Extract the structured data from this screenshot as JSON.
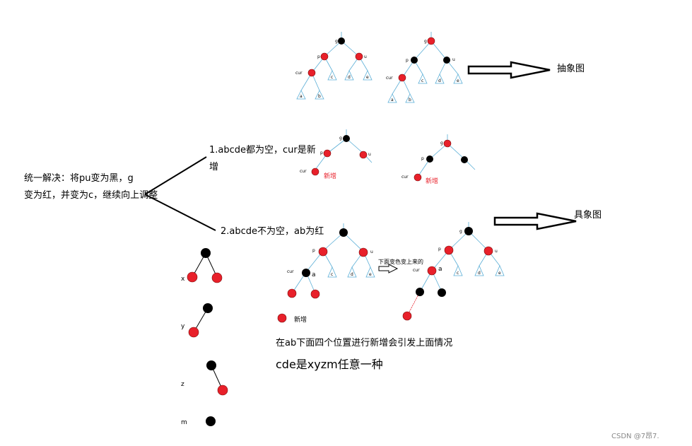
{
  "labels": {
    "abstract": "抽象图",
    "concrete": "具象图",
    "unified": [
      "统一解决：将pu变为黑，g",
      "变为红，并变为c，继续向上调整"
    ],
    "case1": [
      "1.abcde都为空，cur是新",
      "增"
    ],
    "case2": "2.abcde不为空，ab为红",
    "bottom_note": "在ab下面四个位置进行新增会引发上面情况",
    "cde_note": "cde是xyzm任意一种",
    "recolor_note": "下面变色变上来的",
    "new_node": "新增",
    "watermark": "CSDN @7昂7.",
    "node_g": "g",
    "node_p": "p",
    "node_u": "u",
    "node_cur": "cur",
    "node_a": "a",
    "node_b": "b",
    "node_c": "c",
    "node_d": "d",
    "node_e": "e",
    "node_x": "x",
    "node_y": "y",
    "node_z": "z",
    "node_m": "m"
  },
  "colors": {
    "red_node": "#e8202a",
    "black_node": "#000000",
    "edge": "#5aaed6"
  }
}
